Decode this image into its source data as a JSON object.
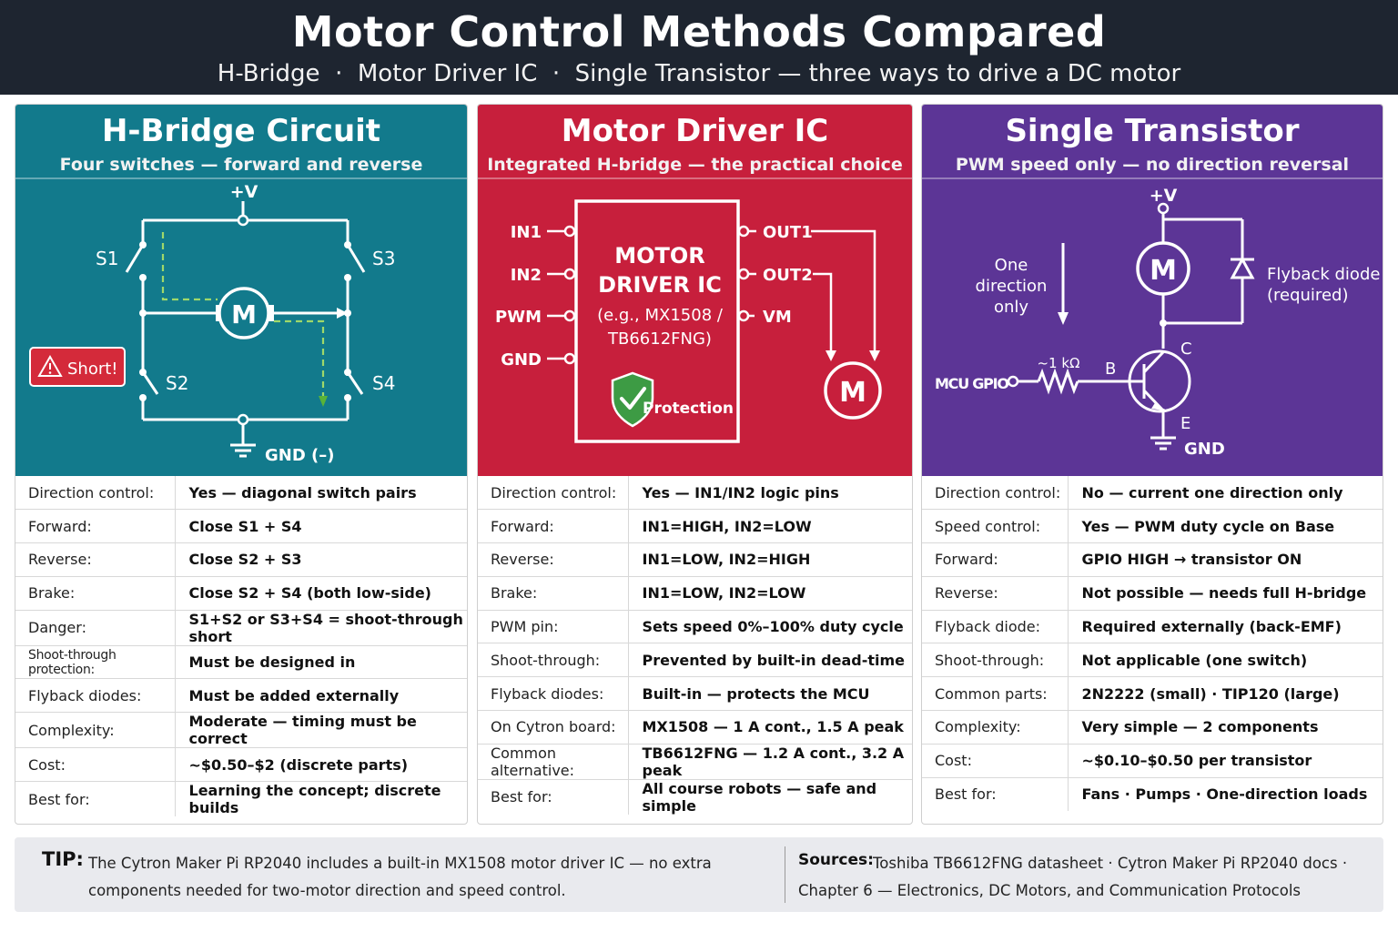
{
  "header": {
    "title": "Motor Control Methods Compared",
    "subtitle": "H-Bridge  ·  Motor Driver IC  ·  Single Transistor — three ways to drive a DC motor"
  },
  "colors": {
    "hbridge": "#127a8c",
    "driver": "#c71f3c",
    "transistor": "#5c3596",
    "header": "#1e2530"
  },
  "panels": {
    "hbridge": {
      "title": "H-Bridge Circuit",
      "subtitle": "Four switches — forward and reverse",
      "diagram": {
        "vplus": "+V",
        "gnd": "GND (–)",
        "motor": "M",
        "s1": "S1",
        "s2": "S2",
        "s3": "S3",
        "s4": "S4",
        "warning": "Short!"
      },
      "rows": [
        {
          "k": "Direction control:",
          "v": "Yes — diagonal switch pairs"
        },
        {
          "k": "Forward:",
          "v": "Close S1 + S4"
        },
        {
          "k": "Reverse:",
          "v": "Close S2 + S3"
        },
        {
          "k": "Brake:",
          "v": "Close S2 + S4 (both low-side)"
        },
        {
          "k": "Danger:",
          "v": "S1+S2 or S3+S4 = shoot-through short"
        },
        {
          "k": "Shoot-through protection:",
          "v": "Must be designed in"
        },
        {
          "k": "Flyback diodes:",
          "v": "Must be added externally"
        },
        {
          "k": "Complexity:",
          "v": "Moderate — timing must be correct"
        },
        {
          "k": "Cost:",
          "v": "~$0.50–$2 (discrete parts)"
        },
        {
          "k": "Best for:",
          "v": "Learning the concept; discrete builds"
        }
      ]
    },
    "driver": {
      "title": "Motor Driver IC",
      "subtitle": "Integrated H-bridge — the practical choice",
      "diagram": {
        "in1": "IN1",
        "in2": "IN2",
        "pwm": "PWM",
        "gnd": "GND",
        "out1": "OUT1",
        "out2": "OUT2",
        "vm": "VM",
        "chip_l1": "MOTOR",
        "chip_l2": "DRIVER IC",
        "chip_l3": "(e.g., MX1508 /",
        "chip_l4": "TB6612FNG)",
        "protection": "Protection",
        "motor": "M"
      },
      "rows": [
        {
          "k": "Direction control:",
          "v": "Yes — IN1/IN2 logic pins"
        },
        {
          "k": "Forward:",
          "v": "IN1=HIGH, IN2=LOW"
        },
        {
          "k": "Reverse:",
          "v": "IN1=LOW, IN2=HIGH"
        },
        {
          "k": "Brake:",
          "v": "IN1=LOW, IN2=LOW"
        },
        {
          "k": "PWM pin:",
          "v": "Sets speed 0%–100% duty cycle"
        },
        {
          "k": "Shoot-through:",
          "v": "Prevented by built-in dead-time"
        },
        {
          "k": "Flyback diodes:",
          "v": "Built-in — protects the MCU"
        },
        {
          "k": "On Cytron board:",
          "v": "MX1508 — 1 A cont., 1.5 A peak"
        },
        {
          "k": "Common alternative:",
          "v": "TB6612FNG — 1.2 A cont., 3.2 A peak"
        },
        {
          "k": "Best for:",
          "v": "All course robots — safe and simple"
        }
      ]
    },
    "transistor": {
      "title": "Single Transistor",
      "subtitle": "PWM speed only — no direction reversal",
      "diagram": {
        "vplus": "+V",
        "motor": "M",
        "gnd": "GND",
        "one_dir_1": "One",
        "one_dir_2": "direction",
        "one_dir_3": "only",
        "flyback_1": "Flyback diode",
        "flyback_2": "(required)",
        "resistor": "~1 kΩ",
        "gpio": "MCU GPIO",
        "b": "B",
        "c": "C",
        "e": "E"
      },
      "rows": [
        {
          "k": "Direction control:",
          "v": "No — current one direction only"
        },
        {
          "k": "Speed control:",
          "v": "Yes — PWM duty cycle on Base"
        },
        {
          "k": "Forward:",
          "v": "GPIO HIGH → transistor ON"
        },
        {
          "k": "Reverse:",
          "v": "Not possible — needs full H-bridge"
        },
        {
          "k": "Flyback diode:",
          "v": "Required externally (back-EMF)"
        },
        {
          "k": "Shoot-through:",
          "v": "Not applicable (one switch)"
        },
        {
          "k": "Common parts:",
          "v": "2N2222 (small) · TIP120 (large)"
        },
        {
          "k": "Complexity:",
          "v": "Very simple — 2 components"
        },
        {
          "k": "Cost:",
          "v": "~$0.10–$0.50 per transistor"
        },
        {
          "k": "Best for:",
          "v": "Fans · Pumps · One-direction loads"
        }
      ]
    }
  },
  "footer": {
    "tip_label": "TIP:",
    "tip_text": "The Cytron Maker Pi RP2040 includes a built-in MX1508 motor driver IC — no extra components needed for two-motor direction and speed control.",
    "sources_label": "Sources:",
    "sources_text": "Toshiba TB6612FNG datasheet · Cytron Maker Pi RP2040 docs · Chapter 6 — Electronics, DC Motors, and Communication Protocols"
  }
}
